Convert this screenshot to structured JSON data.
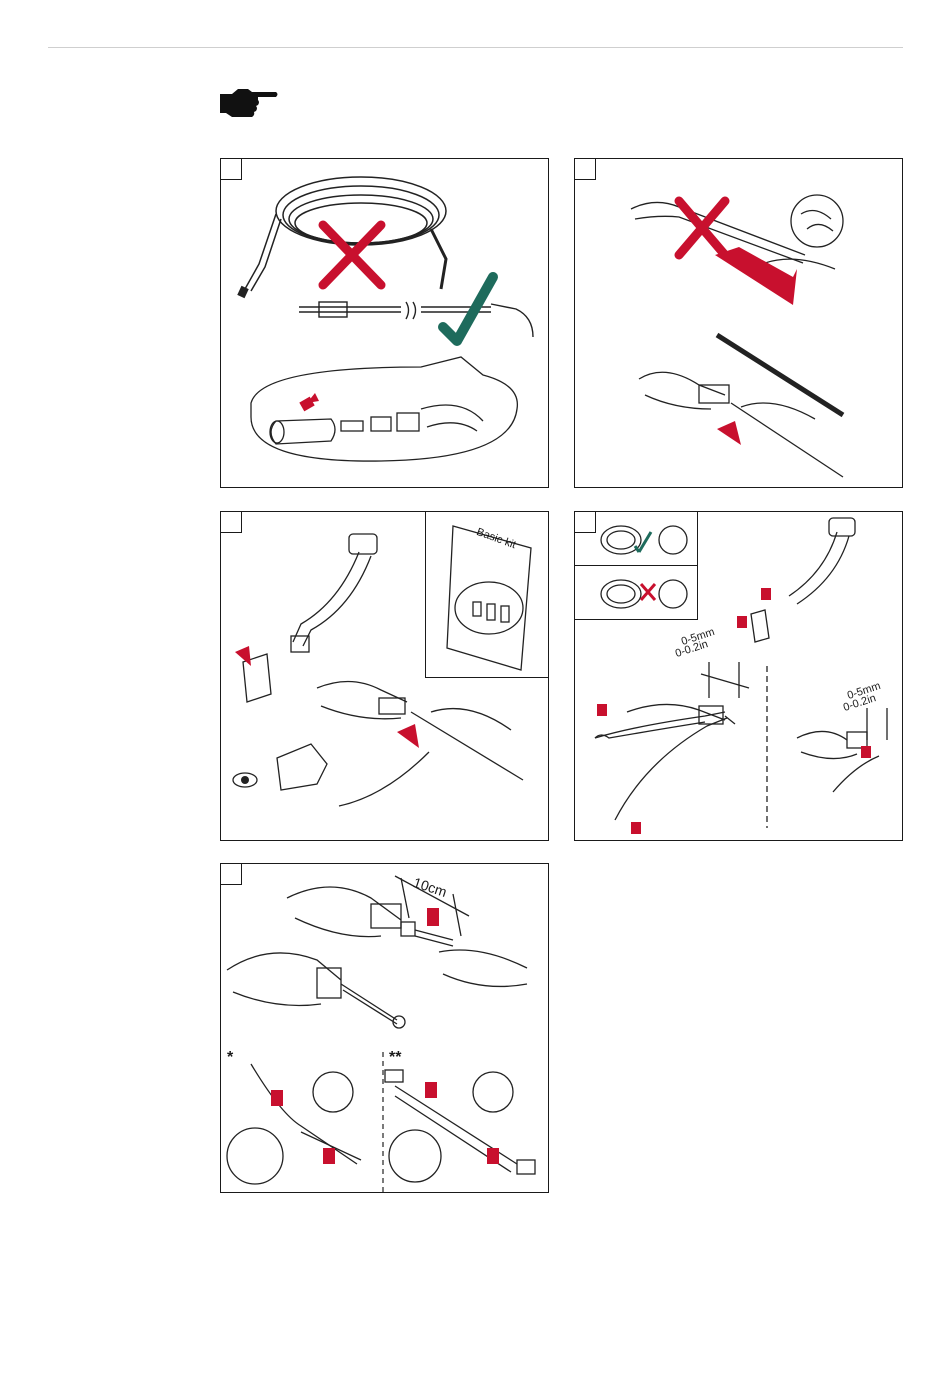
{
  "colors": {
    "accent_red": "#c8102e",
    "check_green": "#1e6b5c",
    "line": "#1a1a1a"
  },
  "header": {
    "icon": "pointing-hand-icon"
  },
  "panels": {
    "p3": {
      "kit_label": "Basic kit"
    },
    "p4": {
      "measure_a_1": "0-5mm",
      "measure_a_2": "0-0.2in",
      "measure_b_1": "0-5mm",
      "measure_b_2": "0-0.2in"
    },
    "p5": {
      "length_label": "10cm",
      "variant_a": "*",
      "variant_b": "**"
    }
  }
}
